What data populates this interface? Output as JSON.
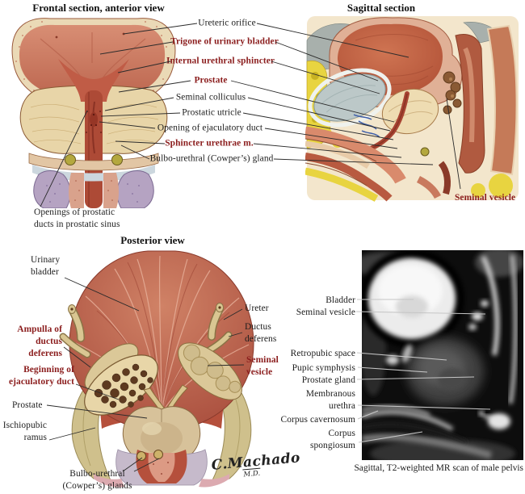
{
  "colors": {
    "label_red": "#8b1d1d",
    "label_black": "#1c1c1c",
    "leader_line": "#2b2b2b",
    "mri_leader_line": "#c6c6c6",
    "background": "#ffffff"
  },
  "panels": {
    "frontal": {
      "title": "Frontal section, anterior view",
      "labels": [
        {
          "text": "Ureteric orifice",
          "emphasis": false
        },
        {
          "text": "Trigone of urinary bladder",
          "emphasis": true
        },
        {
          "text": "Internal urethral sphincter",
          "emphasis": true
        },
        {
          "text": "Prostate",
          "emphasis": true
        },
        {
          "text": "Seminal colliculus",
          "emphasis": false
        },
        {
          "text": "Prostatic utricle",
          "emphasis": false
        },
        {
          "text": "Opening of ejaculatory duct",
          "emphasis": false
        },
        {
          "text": "Sphincter urethrae m.",
          "emphasis": true
        },
        {
          "text": "Bulbo-urethral (Cowper’s) gland",
          "emphasis": false
        },
        {
          "text": "Openings of prostatic\nducts in prostatic sinus",
          "emphasis": false
        }
      ]
    },
    "sagittal": {
      "title": "Sagittal section",
      "labels": [
        {
          "text": "Seminal vesicle",
          "emphasis": true
        }
      ]
    },
    "posterior": {
      "title": "Posterior view",
      "labels": [
        {
          "text": "Urinary\nbladder",
          "emphasis": false
        },
        {
          "text": "Ureter",
          "emphasis": false
        },
        {
          "text": "Ductus\ndeferens",
          "emphasis": false
        },
        {
          "text": "Ampulla of\nductus deferens",
          "emphasis": true
        },
        {
          "text": "Beginning of\nejaculatory duct",
          "emphasis": true
        },
        {
          "text": "Seminal\nvesicle",
          "emphasis": true
        },
        {
          "text": "Prostate",
          "emphasis": false
        },
        {
          "text": "Ischiopubic\nramus",
          "emphasis": false
        },
        {
          "text": "Bulbo-urethral\n(Cowper’s) glands",
          "emphasis": false
        }
      ],
      "signature": {
        "name": "C.Machado",
        "credential": "M.D."
      }
    },
    "mri": {
      "caption": "Sagittal, T2-weighted MR scan of male pelvis",
      "labels": [
        {
          "text": "Bladder"
        },
        {
          "text": "Seminal vesicle"
        },
        {
          "text": "Retropubic space"
        },
        {
          "text": "Pupic symphysis"
        },
        {
          "text": "Prostate gland"
        },
        {
          "text": "Membranous\nurethra"
        },
        {
          "text": "Corpus cavernosum"
        },
        {
          "text": "Corpus\nspongiosum"
        }
      ]
    }
  }
}
